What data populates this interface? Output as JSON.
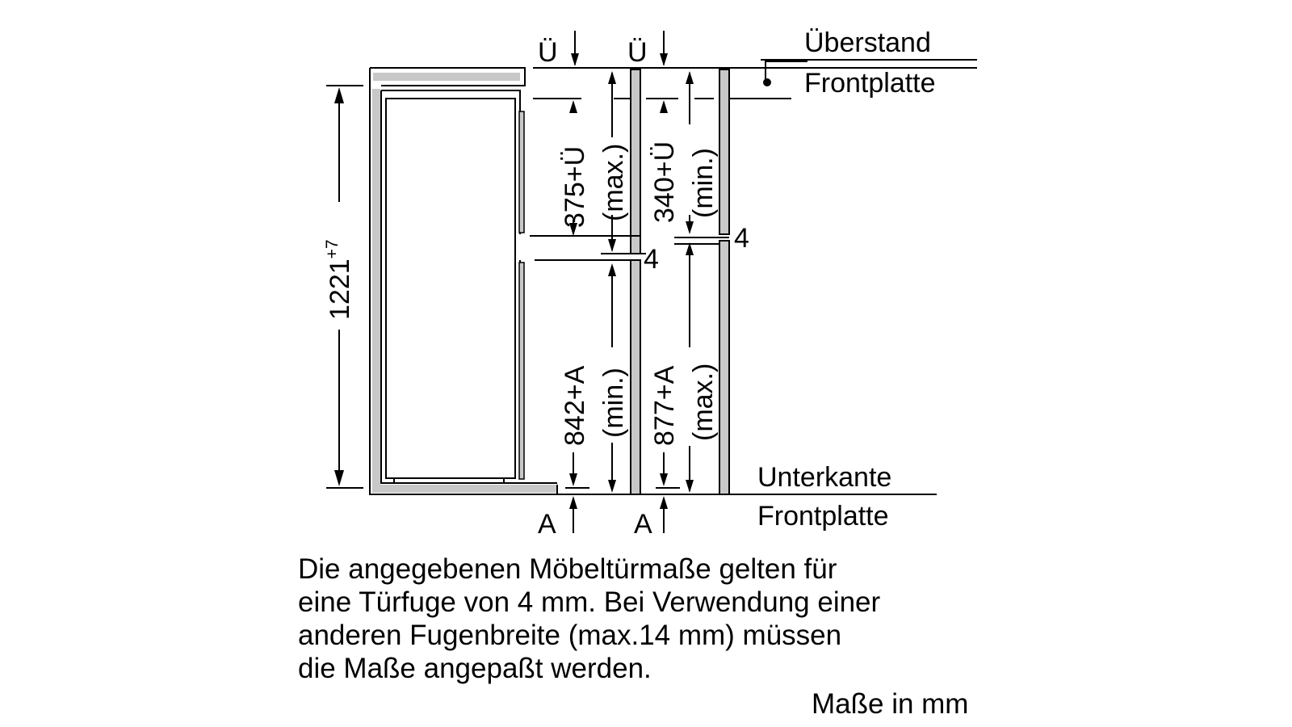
{
  "colors": {
    "line": "#000000",
    "panel_fill": "#c8c8c8",
    "background": "#ffffff"
  },
  "labels": {
    "overhang_marker_1": "Ü",
    "overhang_marker_2": "Ü",
    "overhang_title": "Überstand",
    "overhang_subtitle": "Frontplatte",
    "lower_edge_title": "Unterkante",
    "lower_edge_subtitle": "Frontplatte",
    "bottom_marker_1": "A",
    "bottom_marker_2": "A",
    "gap_left": "4",
    "gap_right": "4",
    "height_total": "1221",
    "height_total_tolerance": "+7"
  },
  "dimensions": {
    "upper_left": {
      "value": "375+Ü",
      "qualifier": "(max.)"
    },
    "upper_right": {
      "value": "340+Ü",
      "qualifier": "(min.)"
    },
    "lower_left": {
      "value": "842+A",
      "qualifier": "(min.)"
    },
    "lower_right": {
      "value": "877+A",
      "qualifier": "(max.)"
    }
  },
  "note": {
    "lines": [
      "Die angegebenen Möbeltürmaße gelten für",
      "eine Türfuge von 4 mm. Bei Verwendung einer",
      "anderen Fugenbreite (max.14 mm) müssen",
      "die Maße angepaßt werden."
    ]
  },
  "units_label": "Maße in mm"
}
